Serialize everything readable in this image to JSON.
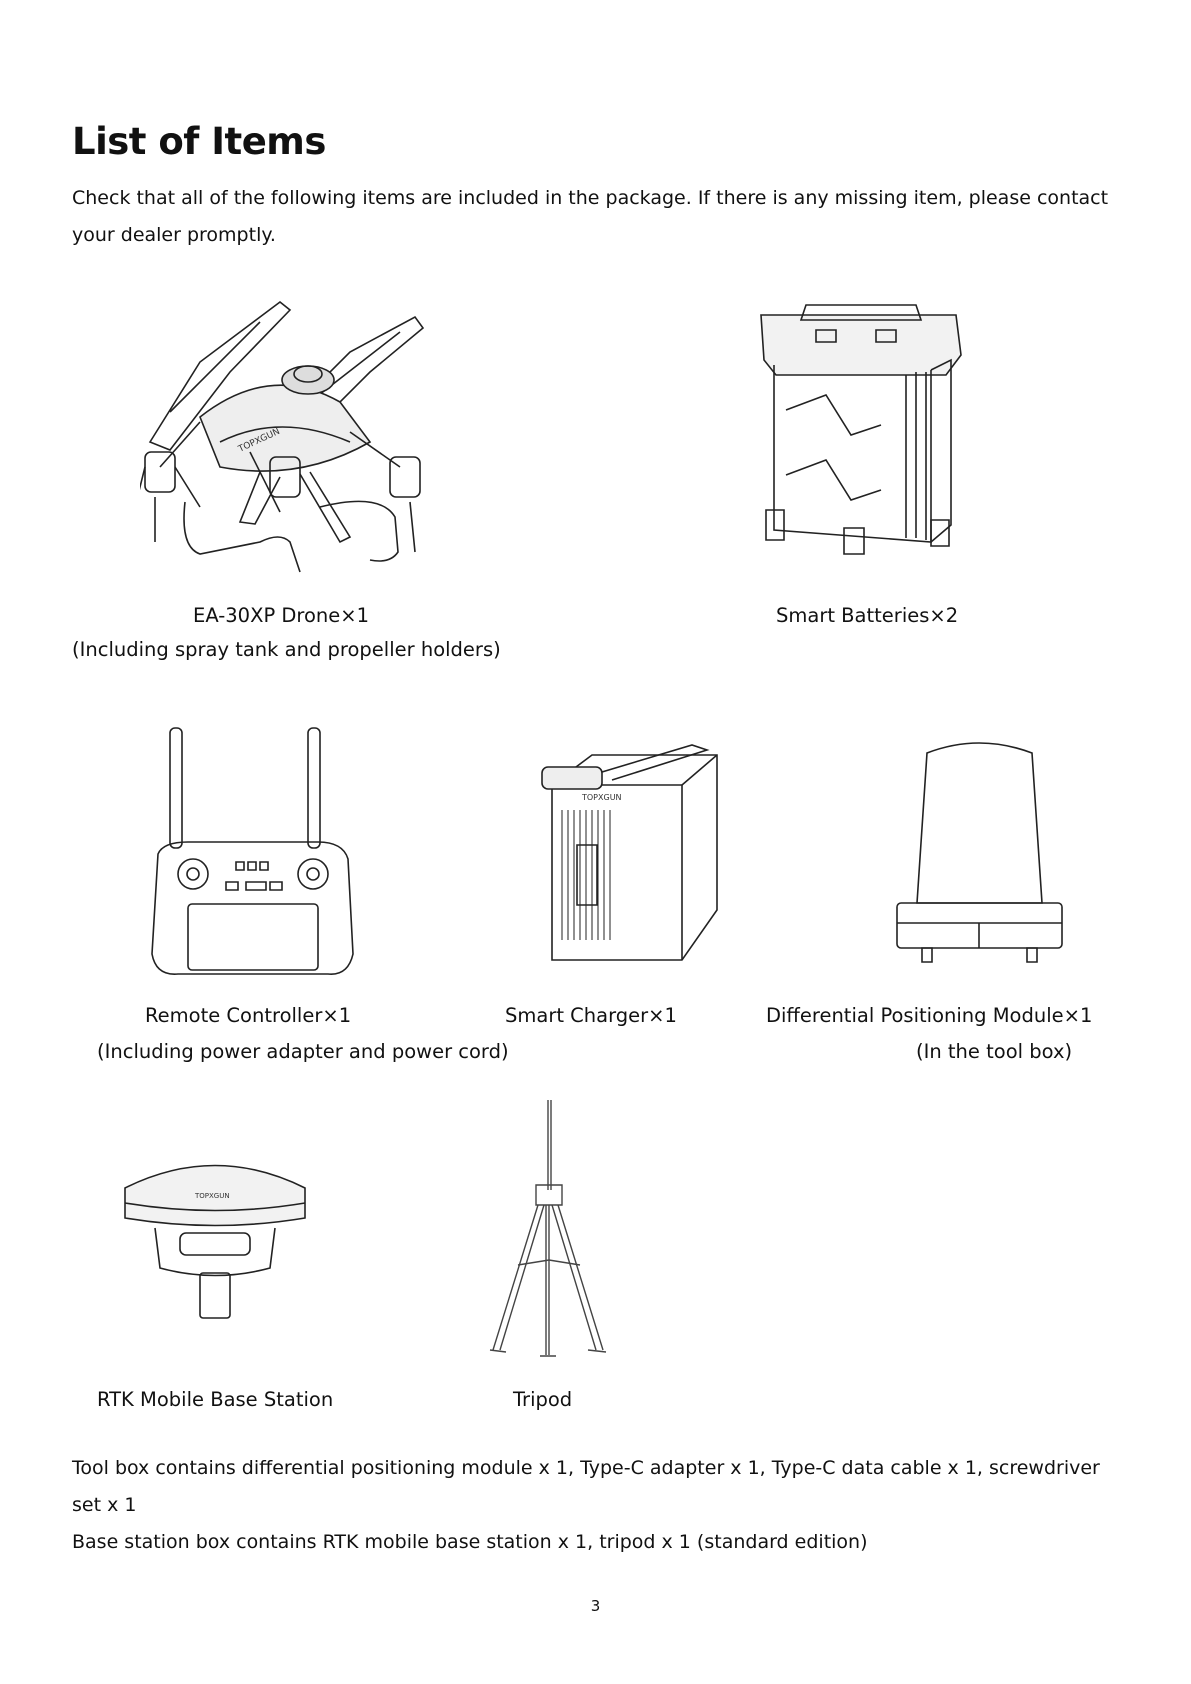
{
  "page": {
    "title": "List of Items",
    "intro": "Check that all of the following items are included in the package. If there is any missing item, please contact your dealer promptly.",
    "page_number": "3"
  },
  "items": {
    "drone": {
      "name": "EA-30XP Drone×1",
      "note": "(Including spray tank and propeller holders)",
      "brand_mark": "TOPXGUN"
    },
    "batteries": {
      "name": "Smart Batteries×2"
    },
    "remote": {
      "name": "Remote Controller×1"
    },
    "charger": {
      "name": "Smart Charger×1",
      "note": "(Including power adapter and power cord)",
      "brand_mark": "TOPXGUN"
    },
    "diff_module": {
      "name": "Differential Positioning Module×1",
      "note": "(In the tool box)"
    },
    "rtk": {
      "name": "RTK Mobile Base Station",
      "brand_mark": "TOPXGUN"
    },
    "tripod": {
      "name": "Tripod"
    }
  },
  "footer": {
    "toolbox": "Tool box contains differential positioning module x 1, Type-C adapter x 1, Type-C data cable x 1, screwdriver set x 1",
    "basebox": "Base station box contains RTK mobile base station x 1, tripod x 1 (standard edition)"
  }
}
